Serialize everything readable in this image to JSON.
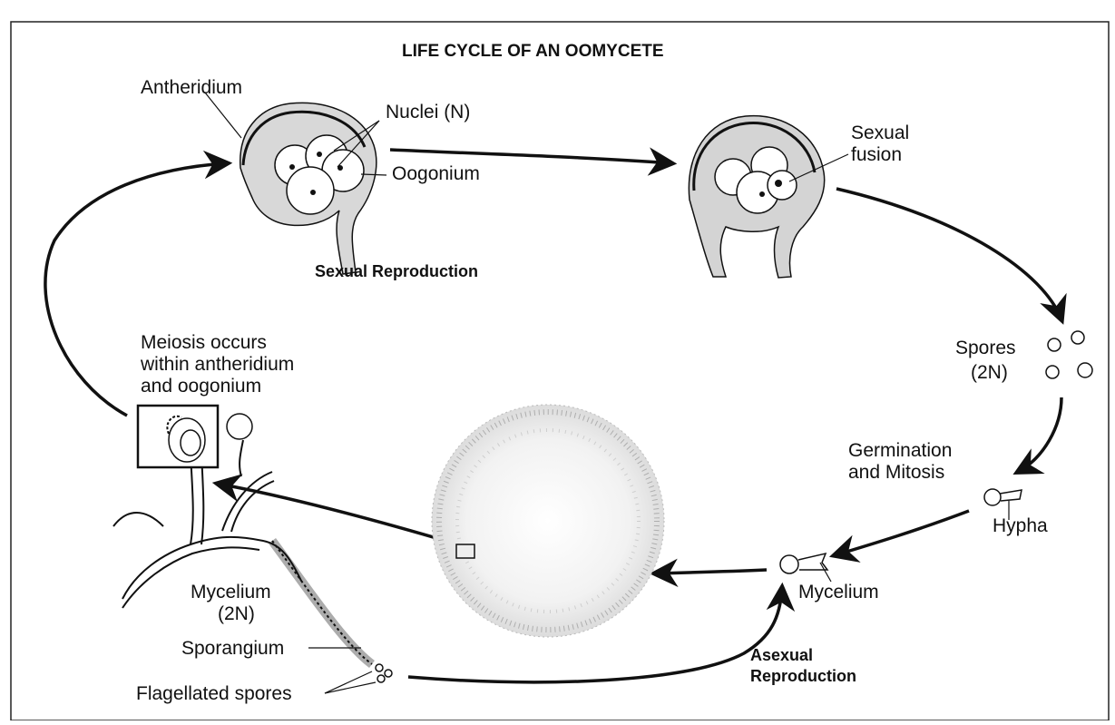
{
  "title": "LIFE CYCLE OF AN OOMYCETE",
  "labels": {
    "antheridium": "Antheridium",
    "nuclei": "Nuclei (N)",
    "oogonium": "Oogonium",
    "sexual_reproduction": "Sexual Reproduction",
    "sexual_fusion_line1": "Sexual",
    "sexual_fusion_line2": "fusion",
    "spores_line1": "Spores",
    "spores_line2": "(2N)",
    "germination_line1": "Germination",
    "germination_line2": "and Mitosis",
    "hypha": "Hypha",
    "mycelium_right": "Mycelium",
    "asexual_line1": "Asexual",
    "asexual_line2": "Reproduction",
    "meiosis_line1": "Meiosis occurs",
    "meiosis_line2": "within antheridium",
    "meiosis_line3": "and oogonium",
    "mycelium_left_line1": "Mycelium",
    "mycelium_left_line2": "(2N)",
    "sporangium": "Sporangium",
    "flagellated_spores": "Flagellated spores"
  }
}
